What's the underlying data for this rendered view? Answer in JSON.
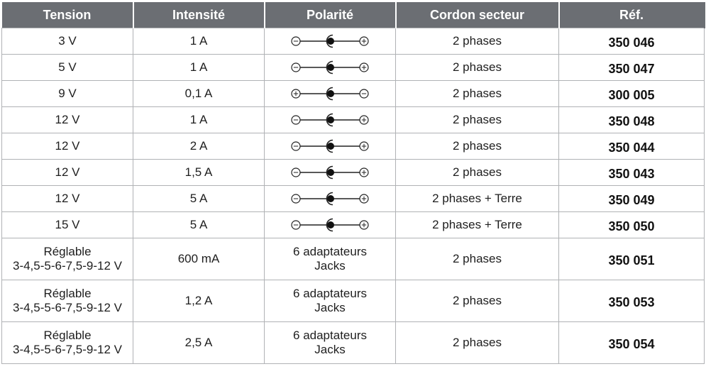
{
  "headers": [
    "Tension",
    "Intensité",
    "Polarité",
    "Cordon secteur",
    "Réf."
  ],
  "rows": [
    {
      "tension": [
        "3 V"
      ],
      "intensite": "1 A",
      "polarite": {
        "type": "symbol",
        "left": "−",
        "right": "+"
      },
      "cordon": "2 phases",
      "ref": "350 046"
    },
    {
      "tension": [
        "5 V"
      ],
      "intensite": "1 A",
      "polarite": {
        "type": "symbol",
        "left": "−",
        "right": "+"
      },
      "cordon": "2 phases",
      "ref": "350 047"
    },
    {
      "tension": [
        "9 V"
      ],
      "intensite": "0,1 A",
      "polarite": {
        "type": "symbol",
        "left": "+",
        "right": "−"
      },
      "cordon": "2 phases",
      "ref": "300 005"
    },
    {
      "tension": [
        "12 V"
      ],
      "intensite": "1 A",
      "polarite": {
        "type": "symbol",
        "left": "−",
        "right": "+"
      },
      "cordon": "2 phases",
      "ref": "350 048"
    },
    {
      "tension": [
        "12 V"
      ],
      "intensite": "2 A",
      "polarite": {
        "type": "symbol",
        "left": "−",
        "right": "+"
      },
      "cordon": "2 phases",
      "ref": "350 044"
    },
    {
      "tension": [
        "12 V"
      ],
      "intensite": "1,5 A",
      "polarite": {
        "type": "symbol",
        "left": "−",
        "right": "+"
      },
      "cordon": "2 phases",
      "ref": "350 043"
    },
    {
      "tension": [
        "12 V"
      ],
      "intensite": "5 A",
      "polarite": {
        "type": "symbol",
        "left": "−",
        "right": "+"
      },
      "cordon": "2 phases + Terre",
      "ref": "350 049"
    },
    {
      "tension": [
        "15 V"
      ],
      "intensite": "5 A",
      "polarite": {
        "type": "symbol",
        "left": "−",
        "right": "+"
      },
      "cordon": "2 phases + Terre",
      "ref": "350 050"
    },
    {
      "tension": [
        "Réglable",
        "3-4,5-5-6-7,5-9-12 V"
      ],
      "intensite": "600 mA",
      "polarite": {
        "type": "text",
        "lines": [
          "6 adaptateurs",
          "Jacks"
        ]
      },
      "cordon": "2 phases",
      "ref": "350 051"
    },
    {
      "tension": [
        "Réglable",
        "3-4,5-5-6-7,5-9-12 V"
      ],
      "intensite": "1,2 A",
      "polarite": {
        "type": "text",
        "lines": [
          "6 adaptateurs",
          "Jacks"
        ]
      },
      "cordon": "2 phases",
      "ref": "350 053"
    },
    {
      "tension": [
        "Réglable",
        "3-4,5-5-6-7,5-9-12 V"
      ],
      "intensite": "2,5 A",
      "polarite": {
        "type": "text",
        "lines": [
          "6 adaptateurs",
          "Jacks"
        ]
      },
      "cordon": "2 phases",
      "ref": "350 054"
    }
  ]
}
